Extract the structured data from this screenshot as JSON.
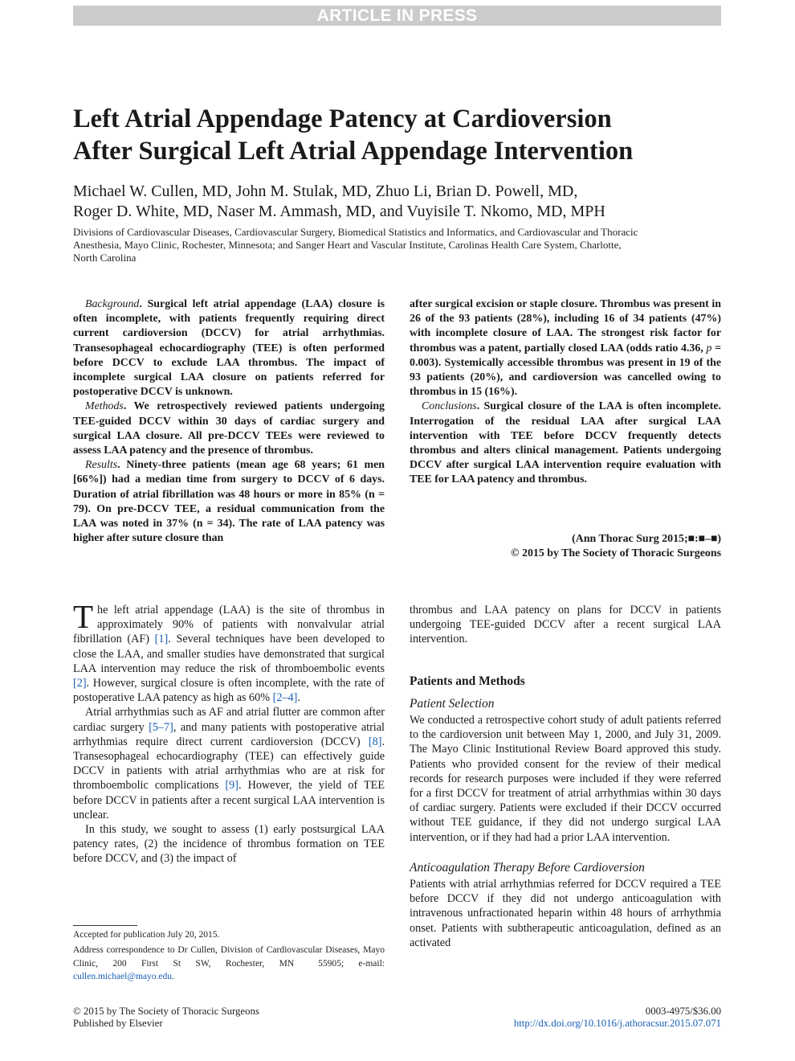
{
  "banner": "ARTICLE IN PRESS",
  "title_lines": [
    "Left Atrial Appendage Patency at Cardioversion",
    "After Surgical Left Atrial Appendage Intervention"
  ],
  "author_lines": [
    "Michael W. Cullen, MD, John M. Stulak, MD, Zhuo Li, Brian D. Powell, MD,",
    "Roger D. White, MD, Naser M. Ammash, MD, and Vuyisile T. Nkomo, MD, MPH"
  ],
  "affiliation_lines": [
    "Divisions of Cardiovascular Diseases, Cardiovascular Surgery, Biomedical Statistics and Informatics, and Cardiovascular and Thoracic",
    "Anesthesia, Mayo Clinic, Rochester, Minnesota; and Sanger Heart and Vascular Institute, Carolinas Health Care System, Charlotte,",
    "North Carolina"
  ],
  "abstract": {
    "background_label": "Background",
    "background_text": "Surgical left atrial appendage (LAA) closure is often incomplete, with patients frequently requiring direct current cardioversion (DCCV) for atrial arrhythmias. Transesophageal echocardiography (TEE) is often performed before DCCV to exclude LAA thrombus. The impact of incomplete surgical LAA closure on patients referred for postoperative DCCV is unknown.",
    "methods_label": "Methods",
    "methods_text": "We retrospectively reviewed patients undergoing TEE-guided DCCV within 30 days of cardiac surgery and surgical LAA closure. All pre-DCCV TEEs were reviewed to assess LAA patency and the presence of thrombus.",
    "results_label": "Results",
    "results_text": "Ninety-three patients (mean age 68 years; 61 men [66%]) had a median time from surgery to DCCV of 6 days. Duration of atrial fibrillation was 48 hours or more in 85% (n = 79). On pre-DCCV TEE, a residual communication from the LAA was noted in 37% (n = 34). The rate of LAA patency was higher after suture closure than",
    "results_cont_1": "after surgical excision or staple closure. Thrombus was present in 26 of the 93 patients (28%), including 16 of 34 patients (47%) with incomplete closure of LAA. The strongest risk factor for thrombus was a patent, partially closed LAA (odds ratio 4.36, ",
    "p_label": "p",
    "results_cont_2": " = 0.003). Systemically accessible thrombus was present in 19 of the 93 patients (20%), and cardioversion was cancelled owing to thrombus in 15 (16%).",
    "conclusions_label": "Conclusions",
    "conclusions_text": "Surgical closure of the LAA is often incomplete. Interrogation of the residual LAA after surgical LAA intervention with TEE before DCCV frequently detects thrombus and alters clinical management. Patients undergoing DCCV after surgical LAA intervention require evaluation with TEE for LAA patency and thrombus."
  },
  "citation_line": "(Ann Thorac Surg 2015;■:■–■)",
  "copyright_line": "© 2015 by The Society of Thoracic Surgeons",
  "intro": {
    "dropcap": "T",
    "p1_a": "he left atrial appendage (LAA) is the site of thrombus in approximately 90% of patients with nonvalvular atrial fibrillation (AF) ",
    "ref1": "[1]",
    "p1_b": ". Several techniques have been developed to close the LAA, and smaller studies have demonstrated that surgical LAA intervention may reduce the risk of thromboembolic events ",
    "ref2": "[2]",
    "p1_c": ". However, surgical closure is often incomplete, with the rate of postoperative LAA patency as high as 60% ",
    "ref3": "[2–4]",
    "p1_d": ".",
    "p2_a": "Atrial arrhythmias such as AF and atrial flutter are common after cardiac surgery ",
    "ref4": "[5–7]",
    "p2_b": ", and many patients with postoperative atrial arrhythmias require direct current cardioversion (DCCV) ",
    "ref5": "[8]",
    "p2_c": ". Transesophageal echocardiography (TEE) can effectively guide DCCV in patients with atrial arrhythmias who are at risk for thromboembolic complications ",
    "ref6": "[9]",
    "p2_d": ". However, the yield of TEE before DCCV in patients after a recent surgical LAA intervention is unclear.",
    "p3": "In this study, we sought to assess (1) early postsurgical LAA patency rates, (2) the incidence of thrombus formation on TEE before DCCV, and (3) the impact of",
    "p3_cont": "thrombus and LAA patency on plans for DCCV in patients undergoing TEE-guided DCCV after a recent surgical LAA intervention."
  },
  "methods": {
    "heading": "Patients and Methods",
    "sub1": "Patient Selection",
    "sub1_text": "We conducted a retrospective cohort study of adult patients referred to the cardioversion unit between May 1, 2000, and July 31, 2009. The Mayo Clinic Institutional Review Board approved this study. Patients who provided consent for the review of their medical records for research purposes were included if they were referred for a first DCCV for treatment of atrial arrhythmias within 30 days of cardiac surgery. Patients were excluded if their DCCV occurred without TEE guidance, if they did not undergo surgical LAA intervention, or if they had had a prior LAA intervention.",
    "sub2": "Anticoagulation Therapy Before Cardioversion",
    "sub2_text": "Patients with atrial arrhythmias referred for DCCV required a TEE before DCCV if they did not undergo anticoagulation with intravenous unfractionated heparin within 48 hours of arrhythmia onset. Patients with subtherapeutic anticoagulation, defined as an activated"
  },
  "footnotes": {
    "accepted": "Accepted for publication July 20, 2015.",
    "correspondence": "Address correspondence to Dr Cullen, Division of Cardiovascular Diseases, Mayo Clinic, 200 First St SW, Rochester, MN  55905; e-mail: ",
    "email": "cullen.michael@mayo.edu",
    "email_end": "."
  },
  "footer": {
    "left_line1": "© 2015 by The Society of Thoracic Surgeons",
    "left_line2": "Published by Elsevier",
    "right_line1": "0003-4975/$36.00",
    "doi": "http://dx.doi.org/10.1016/j.athoracsur.2015.07.071"
  }
}
